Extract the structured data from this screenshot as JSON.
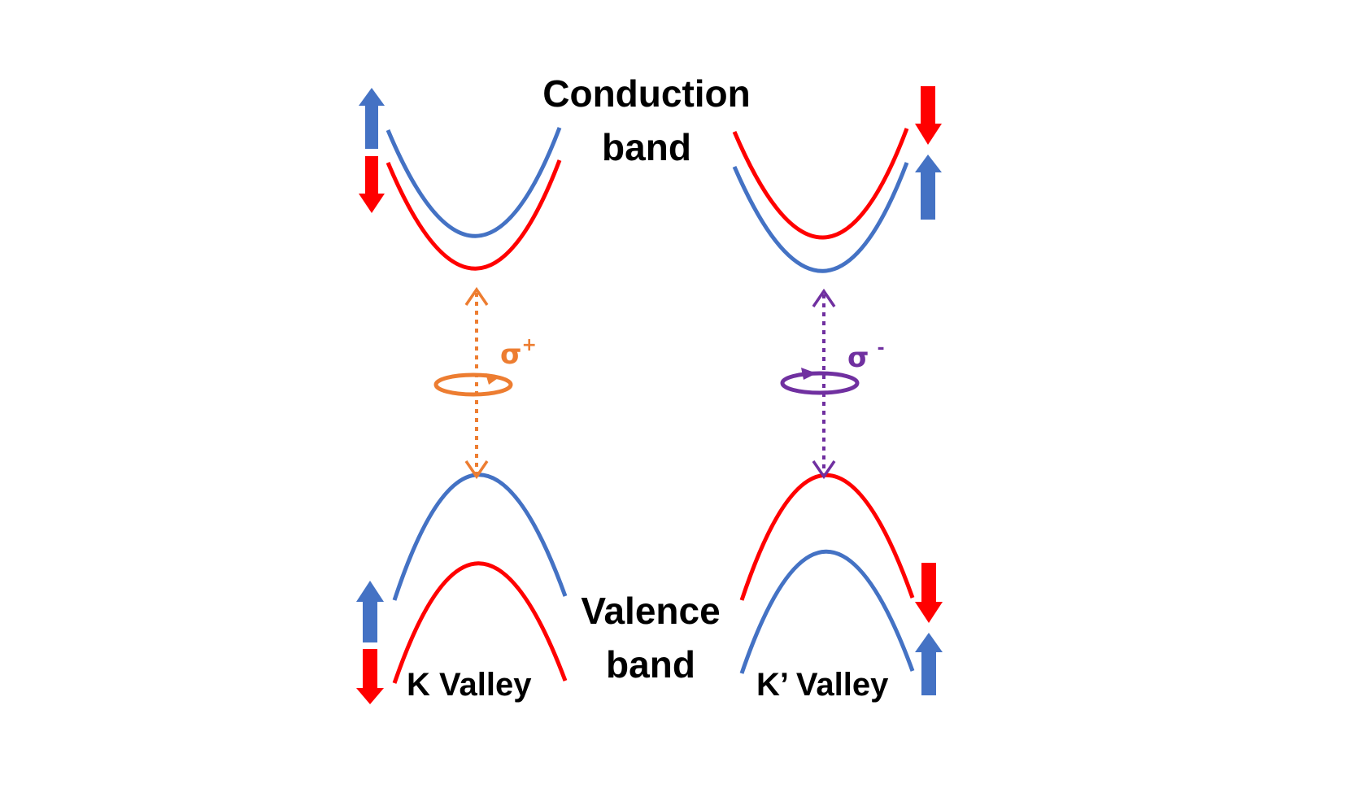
{
  "labels": {
    "conduction_line1": "Conduction",
    "conduction_line2": "band",
    "valence_line1": "Valence",
    "valence_line2": "band",
    "k_valley": "K Valley",
    "kprime_valley": "K’ Valley",
    "sigma_plus_base": "σ",
    "sigma_plus_sup": "+",
    "sigma_minus_base": "σ",
    "sigma_minus_sup": "-"
  },
  "colors": {
    "spin_up": "#4472c4",
    "spin_down": "#ff0000",
    "sigma_plus": "#ed7d31",
    "sigma_minus": "#7030a0",
    "text": "#000000"
  },
  "legend_icons": [
    "spin-up-arrow-icon",
    "spin-down-arrow-icon",
    "circular-polarization-ring-icon"
  ]
}
